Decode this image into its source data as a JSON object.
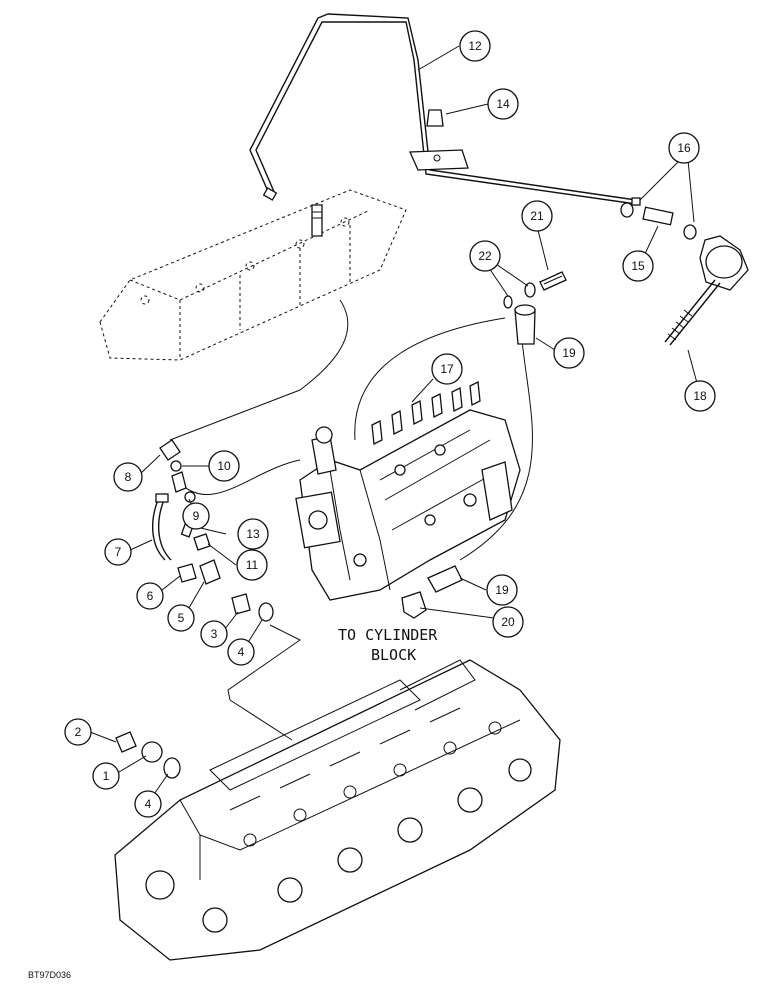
{
  "callouts": {
    "c12": "12",
    "c14": "14",
    "c16": "16",
    "c21": "21",
    "c22": "22",
    "c15": "15",
    "c19a": "19",
    "c18": "18",
    "c17": "17",
    "c8": "8",
    "c10": "10",
    "c9": "9",
    "c13": "13",
    "c7": "7",
    "c11": "11",
    "c6": "6",
    "c5": "5",
    "c3": "3",
    "c4a": "4",
    "c19b": "19",
    "c20": "20",
    "c2": "2",
    "c1": "1",
    "c4b": "4"
  },
  "annotation": {
    "line1": "TO CYLINDER",
    "line2": "BLOCK"
  },
  "figure_ref": "BT97D036"
}
